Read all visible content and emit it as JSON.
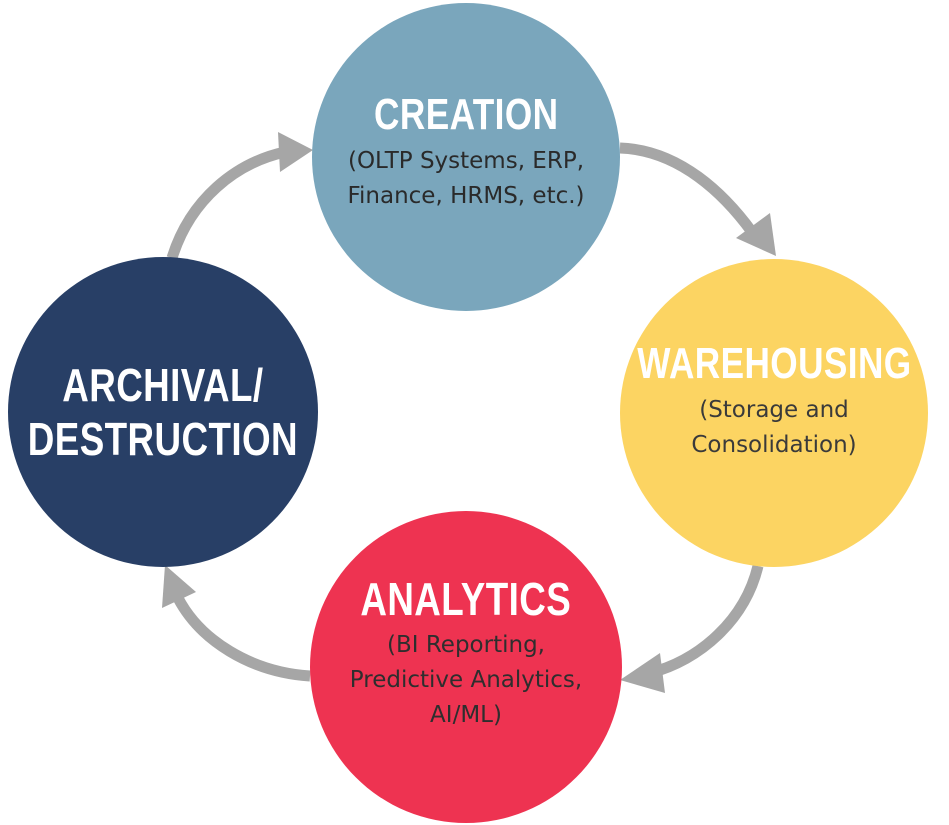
{
  "diagram": {
    "type": "cycle",
    "arrow_color": "#a6a6a6",
    "stages": [
      {
        "id": "creation",
        "title": "CREATION",
        "description": [
          "(OLTP Systems, ERP,",
          "Finance, HRMS, etc.)"
        ],
        "color": "#7aa6bc"
      },
      {
        "id": "warehousing",
        "title": "WAREHOUSING",
        "description": [
          "(Storage and",
          "Consolidation)"
        ],
        "color": "#fcd462"
      },
      {
        "id": "analytics",
        "title": "ANALYTICS",
        "description": [
          "(BI Reporting,",
          "Predictive Analytics,",
          "AI/ML)"
        ],
        "color": "#ee3351"
      },
      {
        "id": "archival",
        "title": [
          "ARCHIVAL/",
          "DESTRUCTION"
        ],
        "description": [],
        "color": "#283f66"
      }
    ],
    "flow": [
      [
        "creation",
        "warehousing"
      ],
      [
        "warehousing",
        "analytics"
      ],
      [
        "analytics",
        "archival"
      ],
      [
        "archival",
        "creation"
      ]
    ]
  }
}
